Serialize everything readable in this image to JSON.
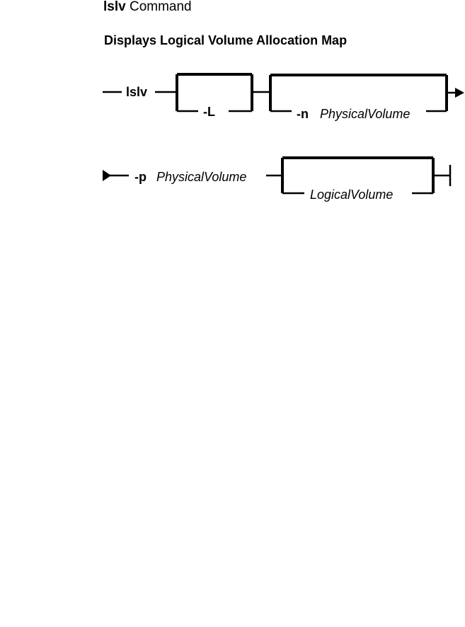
{
  "header": {
    "command_name": "lslv",
    "command_suffix": "Command",
    "subtitle": "Displays Logical Volume Allocation Map"
  },
  "diagram": {
    "row1": {
      "command": "lslv",
      "optional_flag": "-L",
      "optional_n_flag": "-n",
      "optional_n_arg": "PhysicalVolume"
    },
    "row2": {
      "p_flag": "-p",
      "p_arg": "PhysicalVolume",
      "optional_lv": "LogicalVolume"
    }
  }
}
